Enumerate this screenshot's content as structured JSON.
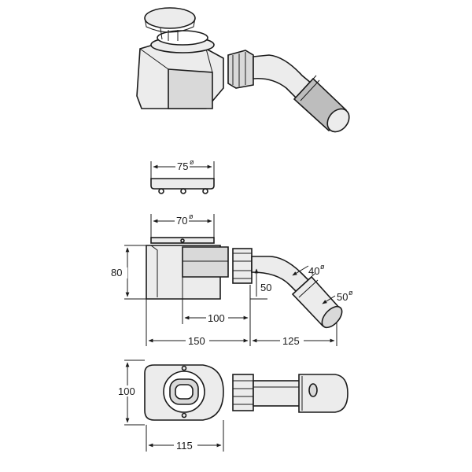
{
  "diagram": {
    "diameter_symbol": "ø",
    "views": {
      "cover": {
        "dim_cover_width": "75"
      },
      "side": {
        "dim_grate_width": "70",
        "dim_height": "80",
        "dim_outlet_height": "50",
        "dim_outlet_offset": "100",
        "dim_body_length": "150",
        "dim_outlet_length": "125",
        "dim_pipe_40": "40",
        "dim_pipe_50": "50"
      },
      "top": {
        "dim_depth": "100",
        "dim_width": "115"
      }
    }
  }
}
